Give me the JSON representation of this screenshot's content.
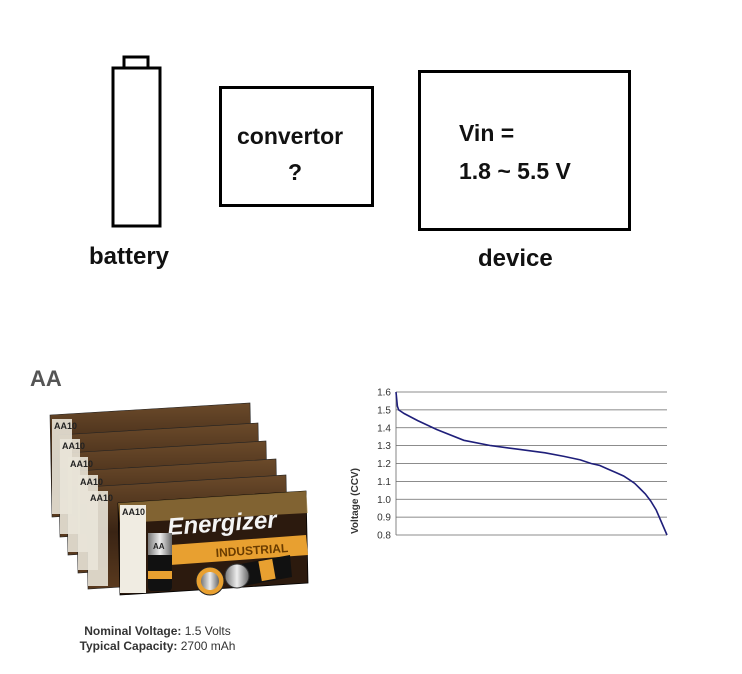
{
  "diagram": {
    "battery_label": "battery",
    "convertor_line1": "convertor",
    "convertor_line2": "?",
    "device_line1": "Vin =",
    "device_line2": "1.8 ~ 5.5 V",
    "device_label": "device"
  },
  "product": {
    "size_label": "AA",
    "box_text": "AA10",
    "brand_text": "Energizer",
    "line_text": "INDUSTRIAL",
    "cell_text": "AA",
    "specs": {
      "voltage_label": "Nominal Voltage:",
      "voltage_value": "1.5 Volts",
      "capacity_label": "Typical Capacity:",
      "capacity_value": "2700 mAh"
    }
  },
  "chart_data": {
    "type": "line",
    "ylabel": "Voltage (CCV)",
    "xlabel": "",
    "ylim": [
      0.8,
      1.6
    ],
    "yticks": [
      "1.6",
      "1.5",
      "1.4",
      "1.3",
      "1.2",
      "1.1",
      "1.0",
      "0.9",
      "0.8"
    ],
    "grid": true,
    "series": [
      {
        "color": "#1f1f7a",
        "x": [
          0,
          0.5,
          1,
          3,
          8,
          15,
          25,
          35,
          45,
          55,
          62,
          68,
          72,
          75,
          78,
          81,
          84,
          86,
          88,
          90,
          92,
          94,
          96,
          98,
          100
        ],
        "y": [
          1.6,
          1.52,
          1.5,
          1.48,
          1.44,
          1.39,
          1.33,
          1.3,
          1.28,
          1.26,
          1.24,
          1.22,
          1.2,
          1.19,
          1.17,
          1.15,
          1.13,
          1.11,
          1.09,
          1.06,
          1.03,
          0.99,
          0.94,
          0.87,
          0.8
        ]
      }
    ]
  }
}
